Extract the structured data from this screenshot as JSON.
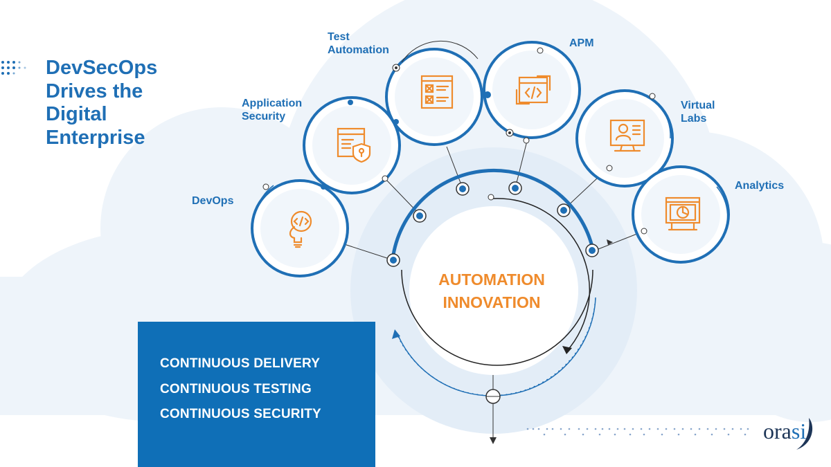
{
  "title": {
    "line1": "DevSecOps",
    "line2": "Drives the",
    "line3": "Digital",
    "line4": "Enterprise"
  },
  "hub": {
    "line1": "AUTOMATION",
    "line2": "INNOVATION"
  },
  "nodes": {
    "devops": {
      "label": "DevOps",
      "icon": "lightbulb-code-icon"
    },
    "app_security": {
      "line1": "Application",
      "line2": "Security",
      "icon": "shield-lock-icon"
    },
    "test_automation": {
      "line1": "Test",
      "line2": "Automation",
      "icon": "checklist-icon"
    },
    "apm": {
      "label": "APM",
      "icon": "code-window-icon"
    },
    "virtual_labs": {
      "line1": "Virtual",
      "line2": "Labs",
      "icon": "monitor-user-icon"
    },
    "analytics": {
      "label": "Analytics",
      "icon": "chart-window-icon"
    }
  },
  "box": {
    "items": [
      "CONTINUOUS DELIVERY",
      "CONTINUOUS TESTING",
      "CONTINUOUS SECURITY"
    ]
  },
  "logo": {
    "prefix": "ora",
    "accent": "si"
  },
  "colors": {
    "primary_blue": "#1f6fb5",
    "orange": "#ef8b2c",
    "cloud": "#eef4fa",
    "box_blue": "#0f6fb7"
  }
}
